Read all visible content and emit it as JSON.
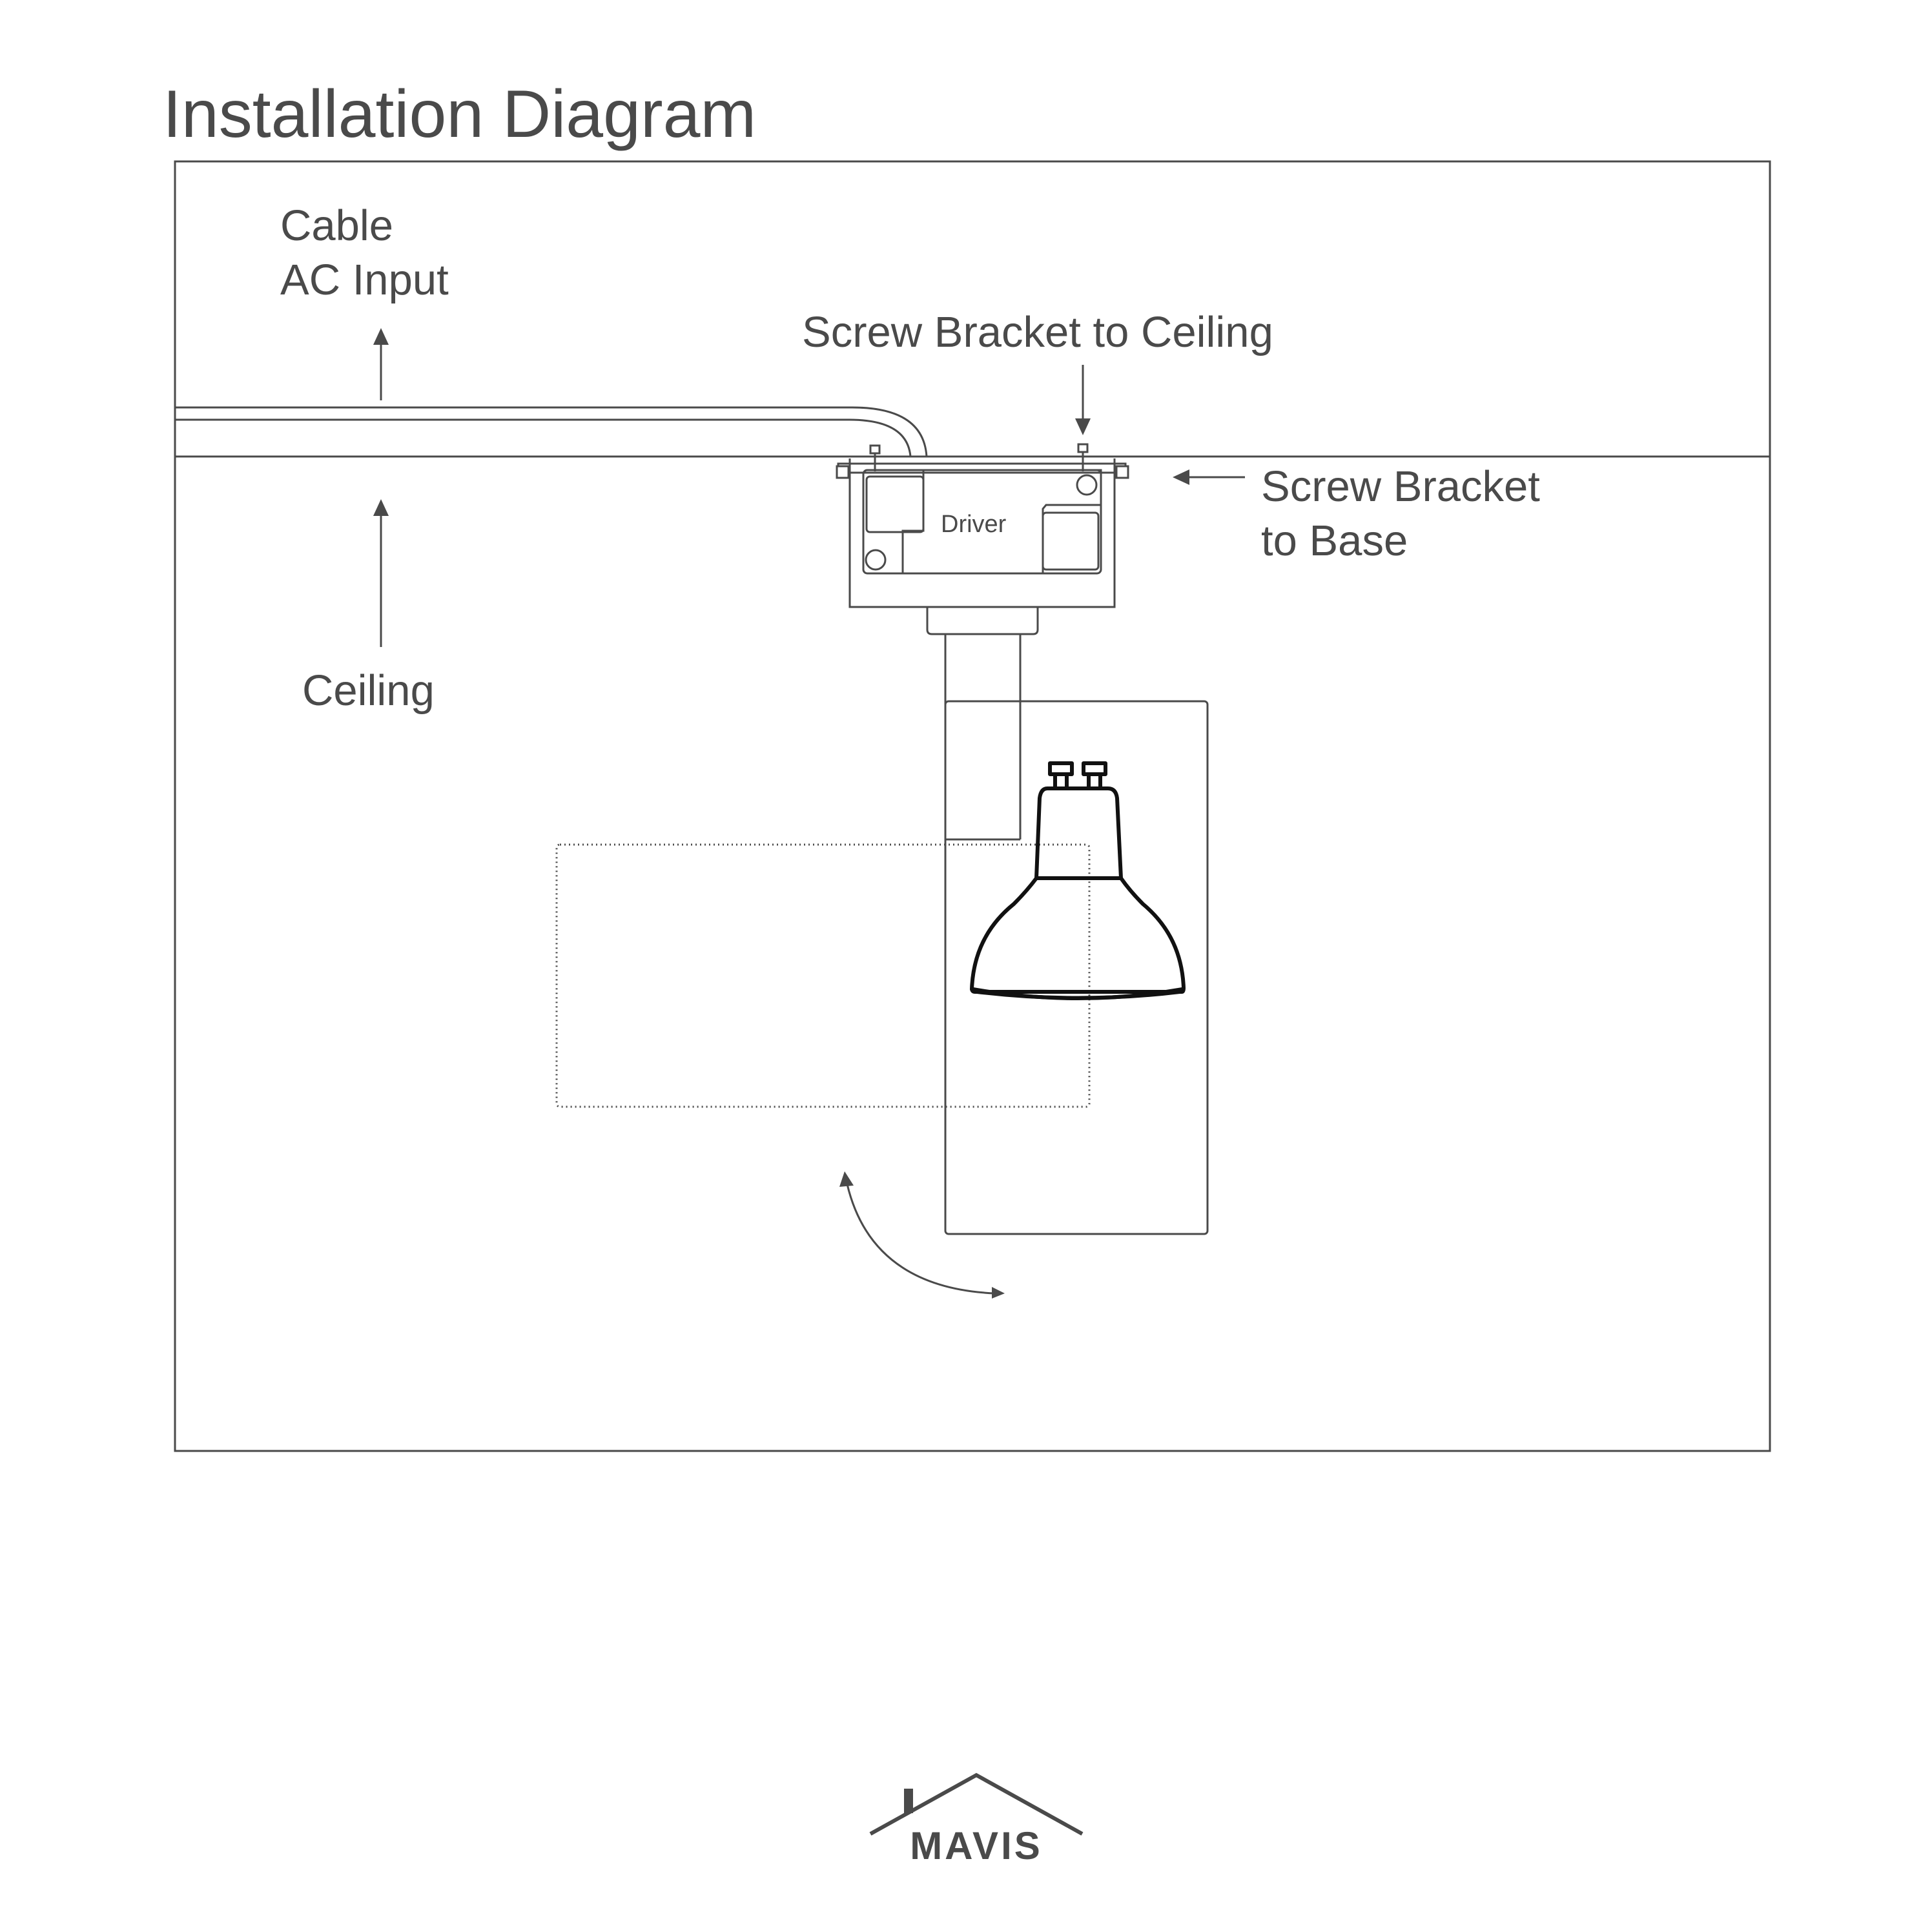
{
  "title": "Installation Diagram",
  "labels": {
    "cable_line1": "Cable",
    "cable_line2": "AC Input",
    "screw_ceiling": "Screw Bracket to Ceiling",
    "screw_base_line1": "Screw Bracket",
    "screw_base_line2": "to Base",
    "ceiling": "Ceiling",
    "driver": "Driver"
  },
  "logo": {
    "text": "MAVIS"
  },
  "colors": {
    "line": "#4a4a4a",
    "bulb": "#111111",
    "background": "#ffffff"
  }
}
